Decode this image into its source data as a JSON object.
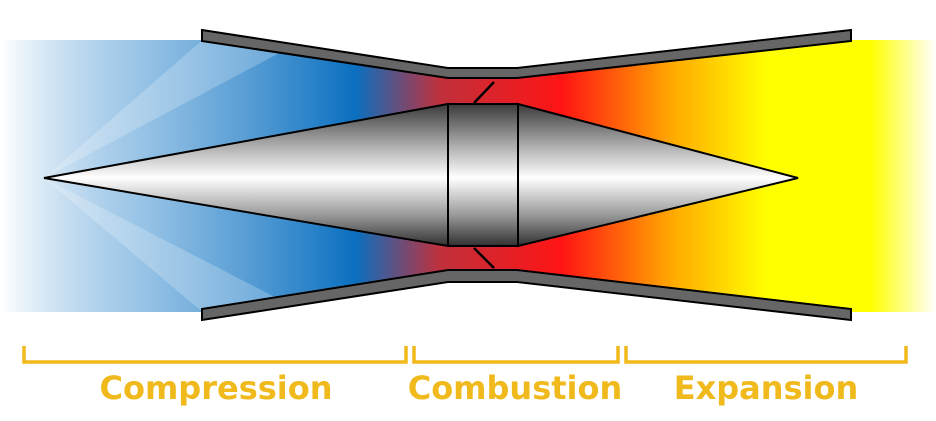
{
  "diagram": {
    "stages": [
      {
        "label": "Compression"
      },
      {
        "label": "Combustion"
      },
      {
        "label": "Expansion"
      }
    ],
    "colors": {
      "cold_flow": "#0a6fbf",
      "hot_flow": "#ff1414",
      "exhaust_flow": "#ffff00",
      "casing": "#666666",
      "outline": "#000000",
      "bracket": "#f0b91c"
    }
  }
}
